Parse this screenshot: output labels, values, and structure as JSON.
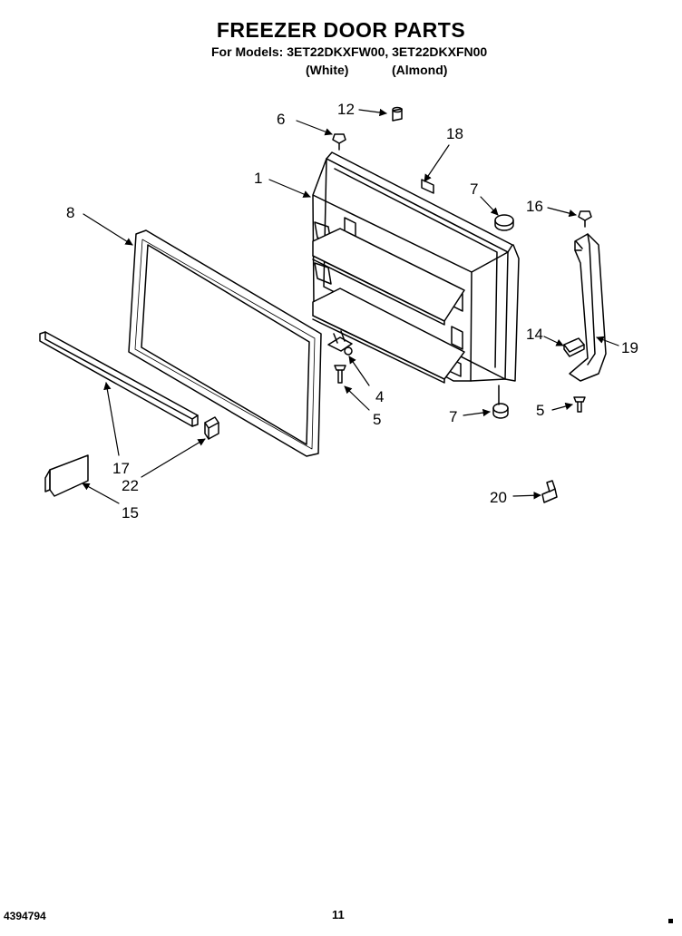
{
  "header": {
    "title": "FREEZER DOOR PARTS",
    "models": "For Models: 3ET22DKXFW00, 3ET22DKXFN00",
    "color_white": "(White)",
    "color_almond": "(Almond)"
  },
  "callouts": [
    "12",
    "6",
    "18",
    "1",
    "7",
    "16",
    "8",
    "14",
    "19",
    "4",
    "5",
    "7",
    "5",
    "17",
    "22",
    "15",
    "20"
  ],
  "footer": {
    "doc_number": "4394794",
    "page_number": "11"
  }
}
